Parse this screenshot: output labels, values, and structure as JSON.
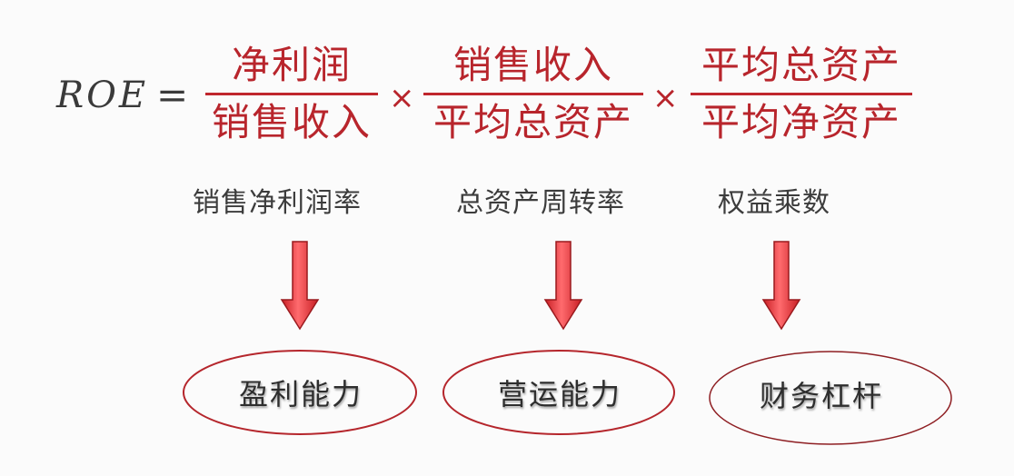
{
  "formula": {
    "lhs": "ROE",
    "equals": "=",
    "times_symbol": "×",
    "fractions": [
      {
        "numerator": "净利润",
        "denominator": "销售收入"
      },
      {
        "numerator": "销售收入",
        "denominator": "平均总资产"
      },
      {
        "numerator": "平均总资产",
        "denominator": "平均净资产"
      }
    ]
  },
  "ratios": [
    {
      "label": "销售净利润率"
    },
    {
      "label": "总资产周转率"
    },
    {
      "label": "权益乘数"
    }
  ],
  "capabilities": [
    {
      "label": "盈利能力"
    },
    {
      "label": "营运能力"
    },
    {
      "label": "财务杠杆"
    }
  ],
  "colors": {
    "formula_red": "#b8252c",
    "arrow_red": "#e0252b",
    "oval_border": "#b5262c",
    "text_dark": "#3c3c3c",
    "background": "#fbfbfb"
  }
}
